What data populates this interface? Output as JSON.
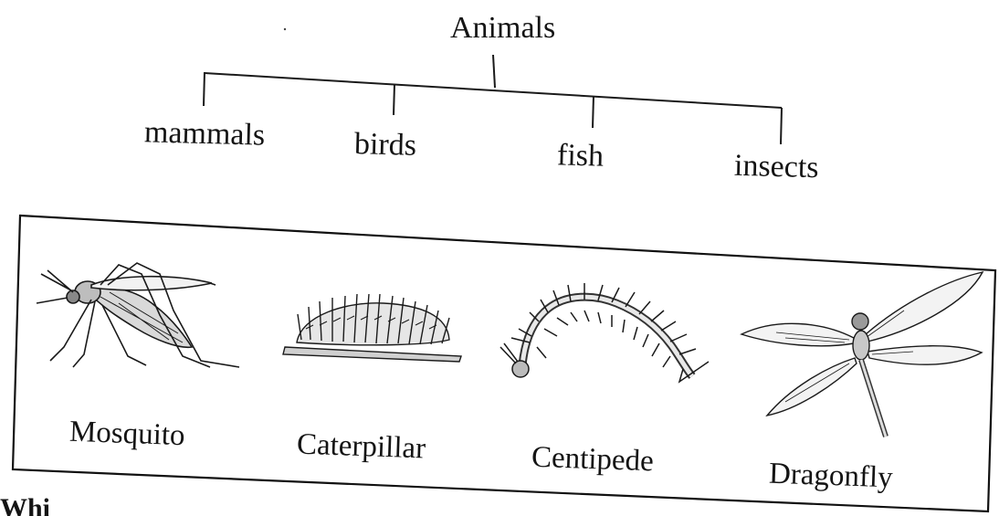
{
  "tree": {
    "root": "Animals",
    "children": [
      "mammals",
      "birds",
      "fish",
      "insects"
    ]
  },
  "figure": {
    "items": [
      {
        "label": "Mosquito",
        "icon": "mosquito-icon"
      },
      {
        "label": "Caterpillar",
        "icon": "caterpillar-icon"
      },
      {
        "label": "Centipede",
        "icon": "centipede-icon"
      },
      {
        "label": "Dragonfly",
        "icon": "dragonfly-icon"
      }
    ]
  },
  "footer": {
    "fragment": "Whi"
  }
}
